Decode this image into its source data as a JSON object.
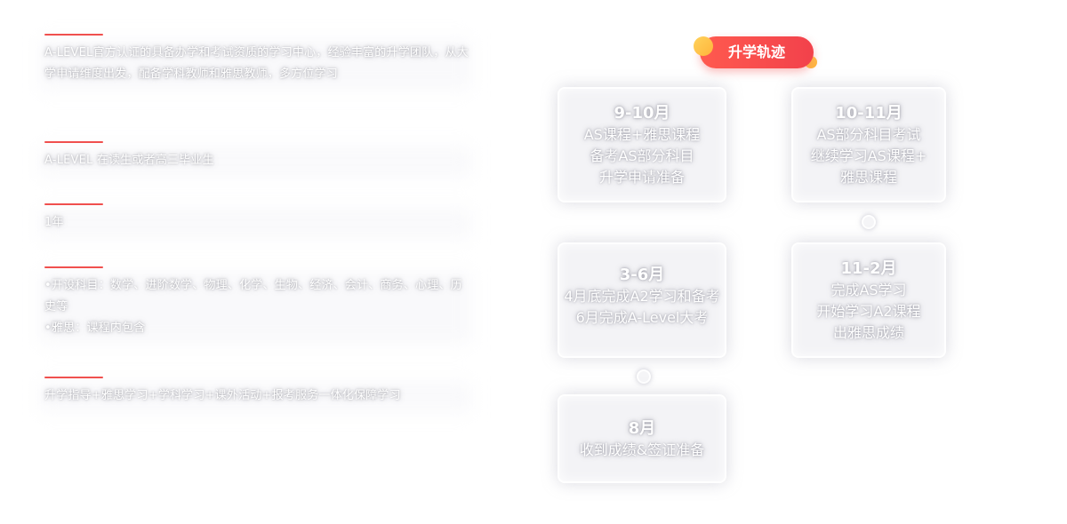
{
  "info": [
    {
      "text": "A-LEVEL官方认证的具备办学和考试资质的学习中心，经验丰富的升学团队，从大学申请维度出发，配备学科教师和雅思教师，多方位学习"
    },
    {
      "text": "A-LEVEL 在读生或者高三毕业生"
    },
    {
      "text": "1年"
    },
    {
      "lines": [
        "•开设科目：数学、进阶数学、物理、化学、生物、经济、会计、商务、心理、历史等",
        "•雅思：课程内包含"
      ]
    },
    {
      "text": "升学指导+雅思学习+学科学习+课外活动+报考服务一体化保障学习"
    }
  ],
  "timeline": {
    "title": "升学轨迹",
    "cards": [
      {
        "title": "9-10月",
        "lines": [
          "AS课程+雅思课程",
          "备考AS部分科目",
          "升学申请准备"
        ]
      },
      {
        "title": "10-11月",
        "lines": [
          "AS部分科目考试",
          "继续学习AS课程+",
          "雅思课程"
        ]
      },
      {
        "title": "3-6月",
        "lines": [
          "4月底完成A2学习和备考",
          "6月完成A-Level大考"
        ]
      },
      {
        "title": "11-2月",
        "lines": [
          "完成AS学习",
          "开始学习A2课程",
          "出雅思成绩"
        ]
      },
      {
        "title": "8月",
        "lines": [
          "收到成绩&签证准备"
        ]
      }
    ]
  },
  "colors": {
    "accent": "#f0504e",
    "pill": "#f2414b",
    "dot": "#ffc24b"
  }
}
